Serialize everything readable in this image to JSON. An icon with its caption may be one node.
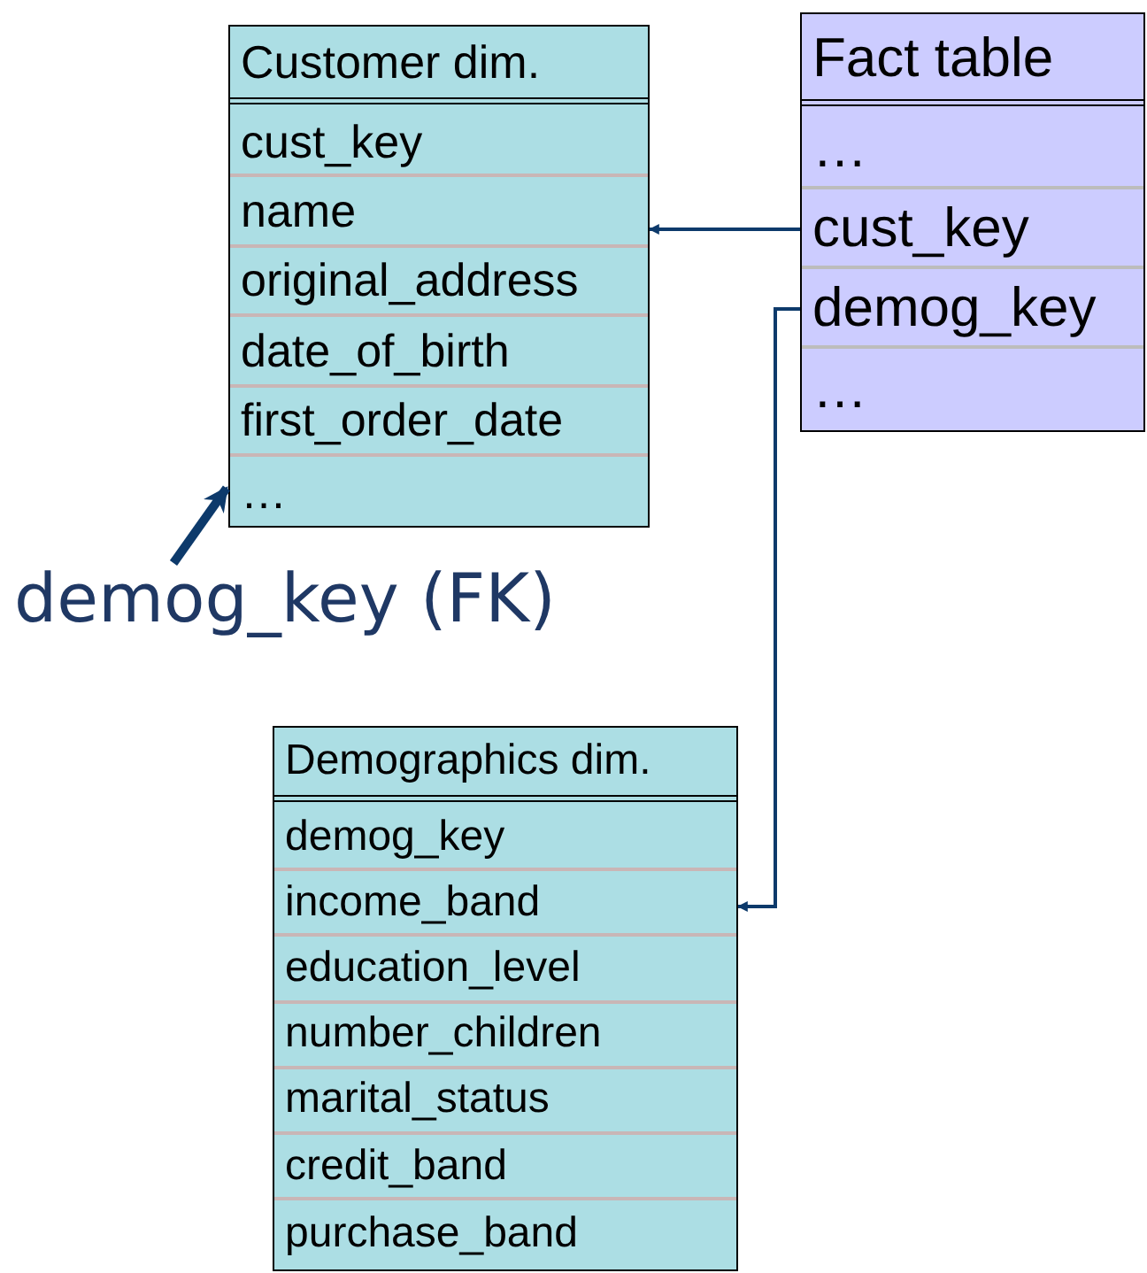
{
  "diagram": {
    "nodes": [
      {
        "text": [
          "Customer dim."
        ]
      },
      {
        "text": [
          "cust_key"
        ],
        "in": 0
      },
      {
        "text": [
          "name"
        ],
        "in": 0
      },
      {
        "text": [
          "original_address"
        ],
        "in": 0
      },
      {
        "text": [
          "date_of_birth"
        ],
        "in": 0
      },
      {
        "text": [
          "first_order_date"
        ],
        "in": 0
      },
      {
        "text": [
          "…"
        ],
        "in": 0
      },
      {
        "text": [
          "Fact table"
        ]
      },
      {
        "text": [
          "…"
        ],
        "in": 7
      },
      {
        "text": [
          "cust_key"
        ],
        "in": 7
      },
      {
        "text": [
          "demog_key"
        ],
        "in": 7
      },
      {
        "text": [
          "…"
        ],
        "in": 7
      },
      {
        "text": [
          "demog_key (FK)"
        ]
      },
      {
        "text": [
          "Demographics dim."
        ]
      },
      {
        "text": [
          "demog_key"
        ],
        "in": 13
      },
      {
        "text": [
          "income_band"
        ],
        "in": 13
      },
      {
        "text": [
          "education_level"
        ],
        "in": 13
      },
      {
        "text": [
          "number_children"
        ],
        "in": 13
      },
      {
        "text": [
          "marital_status"
        ],
        "in": 13
      },
      {
        "text": [
          "credit_band"
        ],
        "in": 13
      },
      {
        "text": [
          "purchase_band"
        ],
        "in": 13
      }
    ],
    "edges": [
      {
        "from": 9,
        "to": 0,
        "arrow": "to"
      },
      {
        "from": 10,
        "to": 13,
        "arrow": "to"
      },
      {
        "from": 12,
        "to": 6,
        "arrow": "to",
        "style": "thick"
      }
    ]
  }
}
